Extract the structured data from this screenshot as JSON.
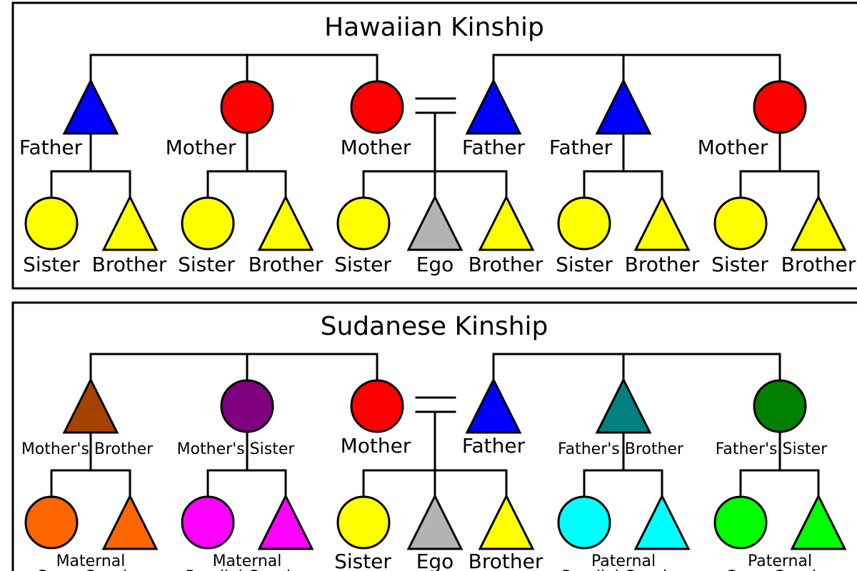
{
  "hawaiian": {
    "title": "Hawaiian Kinship",
    "parents": [
      {
        "label": "Father",
        "color": "#0000ff",
        "shape": "triangle"
      },
      {
        "label": "Mother",
        "color": "#ff0000",
        "shape": "circle"
      },
      {
        "label": "Mother",
        "color": "#ff0000",
        "shape": "circle"
      },
      {
        "label": "Father",
        "color": "#0000ff",
        "shape": "triangle"
      },
      {
        "label": "Father",
        "color": "#0000ff",
        "shape": "triangle"
      },
      {
        "label": "Mother",
        "color": "#ff0000",
        "shape": "circle"
      }
    ],
    "children": [
      {
        "label": "Sister",
        "color": "#ffff00",
        "shape": "circle"
      },
      {
        "label": "Brother",
        "color": "#ffff00",
        "shape": "triangle"
      },
      {
        "label": "Sister",
        "color": "#ffff00",
        "shape": "circle"
      },
      {
        "label": "Brother",
        "color": "#ffff00",
        "shape": "triangle"
      },
      {
        "label": "Sister",
        "color": "#ffff00",
        "shape": "circle"
      },
      {
        "label": "Ego",
        "color": "#b3b3b3",
        "shape": "triangle"
      },
      {
        "label": "Brother",
        "color": "#ffff00",
        "shape": "triangle"
      },
      {
        "label": "Sister",
        "color": "#ffff00",
        "shape": "circle"
      },
      {
        "label": "Brother",
        "color": "#ffff00",
        "shape": "triangle"
      },
      {
        "label": "Sister",
        "color": "#ffff00",
        "shape": "circle"
      },
      {
        "label": "Brother",
        "color": "#ffff00",
        "shape": "triangle"
      }
    ]
  },
  "sudanese": {
    "title": "Sudanese Kinship",
    "parents": [
      {
        "label": "Mother's Brother",
        "color": "#a64200",
        "shape": "triangle"
      },
      {
        "label": "Mother's Sister",
        "color": "#800080",
        "shape": "circle"
      },
      {
        "label": "Mother",
        "color": "#ff0000",
        "shape": "circle"
      },
      {
        "label": "Father",
        "color": "#0000ff",
        "shape": "triangle"
      },
      {
        "label": "Father's Brother",
        "color": "#008080",
        "shape": "triangle"
      },
      {
        "label": "Father's Sister",
        "color": "#008000",
        "shape": "circle"
      }
    ],
    "children": [
      {
        "label": "",
        "color": "#ff6600",
        "shape": "circle"
      },
      {
        "label": "",
        "color": "#ff6600",
        "shape": "triangle"
      },
      {
        "label": "",
        "color": "#ff00ff",
        "shape": "circle"
      },
      {
        "label": "",
        "color": "#ff00ff",
        "shape": "triangle"
      },
      {
        "label": "Sister",
        "color": "#ffff00",
        "shape": "circle"
      },
      {
        "label": "Ego",
        "color": "#b3b3b3",
        "shape": "triangle"
      },
      {
        "label": "Brother",
        "color": "#ffff00",
        "shape": "triangle"
      },
      {
        "label": "",
        "color": "#00ffff",
        "shape": "circle"
      },
      {
        "label": "",
        "color": "#00ffff",
        "shape": "triangle"
      },
      {
        "label": "",
        "color": "#00ff00",
        "shape": "circle"
      },
      {
        "label": "",
        "color": "#00ff00",
        "shape": "triangle"
      }
    ],
    "cousin_groups": [
      {
        "line1": "Maternal",
        "line2": "Cross Cousins"
      },
      {
        "line1": "Maternal",
        "line2": "Parallel Cousins"
      },
      {
        "line1": "Paternal",
        "line2": "Parallel Cousins"
      },
      {
        "line1": "Paternal",
        "line2": "Cross Cousins"
      }
    ]
  }
}
